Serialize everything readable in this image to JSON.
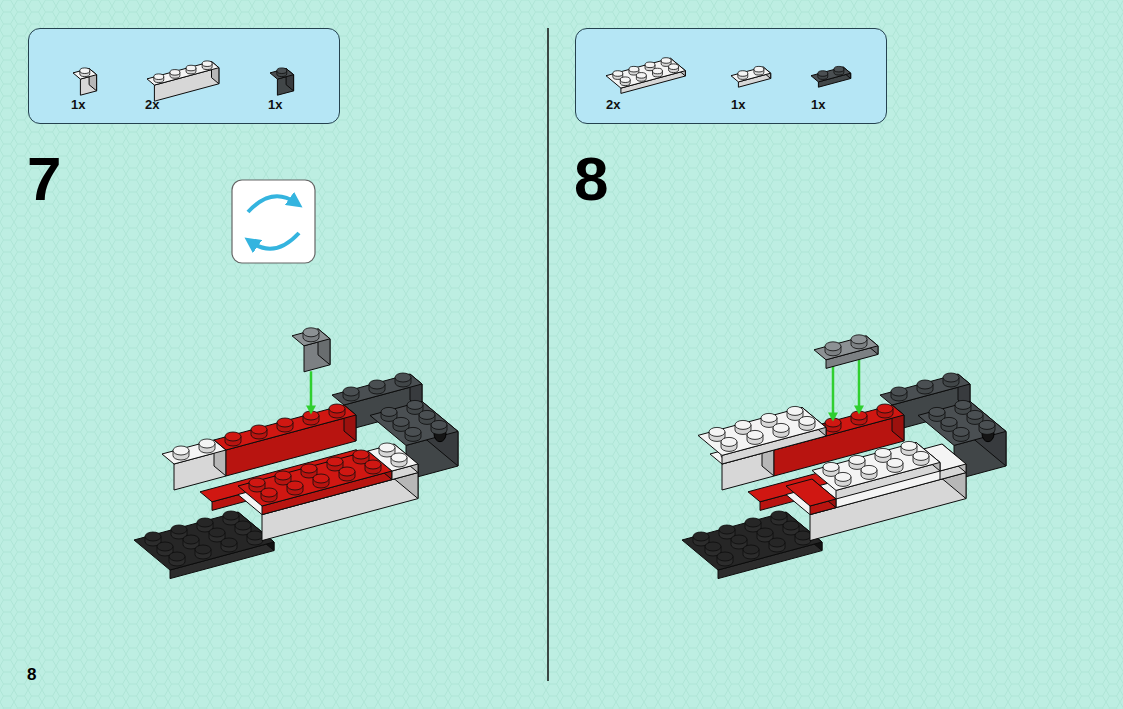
{
  "diagram": {
    "nodes": [
      {
        "text": [
          "1x",
          "2x",
          "1x"
        ]
      },
      {
        "text": [
          "2x",
          "1x",
          "1x"
        ]
      }
    ],
    "labels": [
      "7",
      "8",
      "8"
    ]
  }
}
